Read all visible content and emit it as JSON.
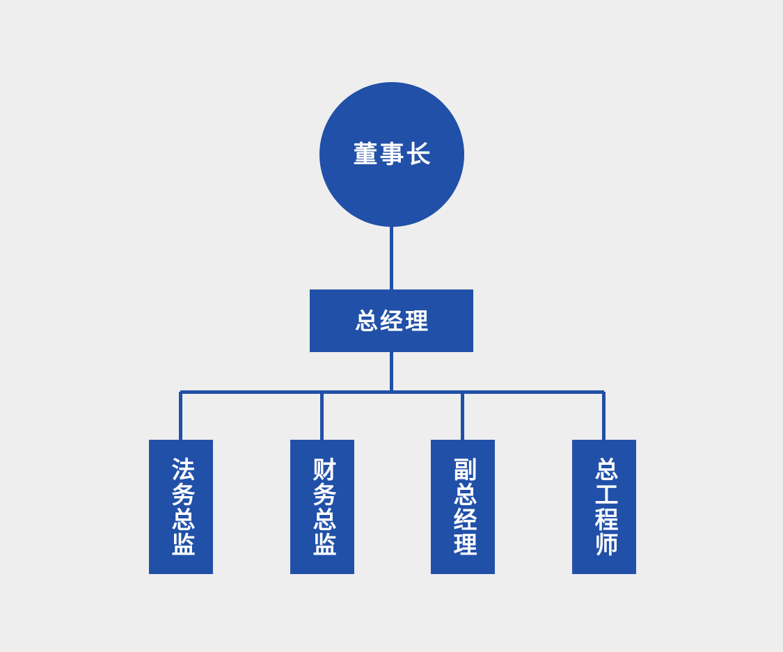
{
  "chart": {
    "type": "org-chart",
    "title": "",
    "background_color": "#EEEEEE",
    "accent_color": "#2150A8",
    "text_color": "#FFFFFF"
  },
  "nodes": {
    "root": {
      "label": "董事长",
      "shape": "circle",
      "level": 0
    },
    "level2": {
      "label": "总经理",
      "shape": "rectangle",
      "level": 1
    },
    "leaves": [
      {
        "label": "法务总监",
        "shape": "rectangle",
        "level": 2,
        "orientation": "vertical"
      },
      {
        "label": "财务总监",
        "shape": "rectangle",
        "level": 2,
        "orientation": "vertical"
      },
      {
        "label": "副总经理",
        "shape": "rectangle",
        "level": 2,
        "orientation": "vertical"
      },
      {
        "label": "总工程师",
        "shape": "rectangle",
        "level": 2,
        "orientation": "vertical"
      }
    ]
  },
  "edges": [
    {
      "from": "董事长",
      "to": "总经理"
    },
    {
      "from": "总经理",
      "to": "法务总监"
    },
    {
      "from": "总经理",
      "to": "财务总监"
    },
    {
      "from": "总经理",
      "to": "副总经理"
    },
    {
      "from": "总经理",
      "to": "总工程师"
    }
  ]
}
